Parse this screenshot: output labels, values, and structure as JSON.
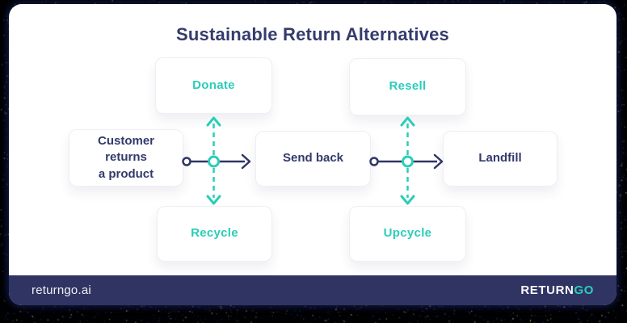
{
  "title": "Sustainable Return Alternatives",
  "diagram": {
    "nodes": [
      {
        "id": "customer-returns",
        "label": "Customer\nreturns\na product",
        "color": "navy"
      },
      {
        "id": "donate",
        "label": "Donate",
        "color": "teal"
      },
      {
        "id": "recycle",
        "label": "Recycle",
        "color": "teal"
      },
      {
        "id": "send-back",
        "label": "Send back",
        "color": "navy"
      },
      {
        "id": "resell",
        "label": "Resell",
        "color": "teal"
      },
      {
        "id": "upcycle",
        "label": "Upcycle",
        "color": "teal"
      },
      {
        "id": "landfill",
        "label": "Landfill",
        "color": "navy"
      }
    ],
    "connectors": [
      {
        "from": "customer-returns",
        "to": "send-back",
        "branches": [
          "donate",
          "recycle"
        ]
      },
      {
        "from": "send-back",
        "to": "landfill",
        "branches": [
          "resell",
          "upcycle"
        ]
      }
    ]
  },
  "footer": {
    "website": "returngo.ai",
    "logo": {
      "primary": "RETURN",
      "accent": "GO"
    }
  },
  "colors": {
    "navy": "#333A6B",
    "teal": "#2BCDB9",
    "arrow_navy": "#2F3665",
    "footer_bg": "#2F3462",
    "card_bg": "#FFFFFF",
    "page_bg": "#000000"
  }
}
